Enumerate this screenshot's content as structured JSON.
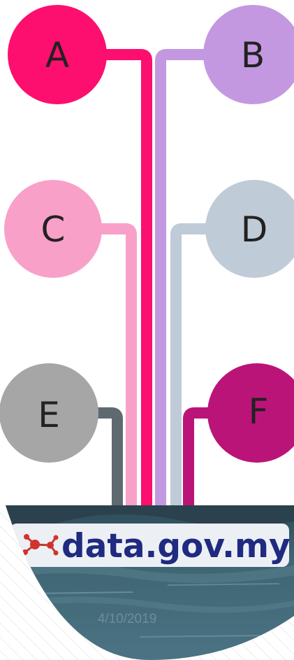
{
  "nodes": [
    {
      "id": "a",
      "label": "A",
      "color": "#fc0f6e",
      "connector_color": "#fc0f6e"
    },
    {
      "id": "b",
      "label": "B",
      "color": "#c398e1",
      "connector_color": "#c398e1"
    },
    {
      "id": "c",
      "label": "C",
      "color": "#f9a0c8",
      "connector_color": "#f9a0c8"
    },
    {
      "id": "d",
      "label": "D",
      "color": "#c0cbd8",
      "connector_color": "#c0cbd8"
    },
    {
      "id": "e",
      "label": "E",
      "color": "#a6a6a6",
      "connector_color": "#5f6a70"
    },
    {
      "id": "f",
      "label": "F",
      "color": "#bb1478",
      "connector_color": "#bb1478"
    }
  ],
  "footer": {
    "logo_text": "data.gov.my",
    "date": "4/10/2019",
    "background_color": "#3d6170",
    "logo_icon": "molecule-network-icon"
  }
}
